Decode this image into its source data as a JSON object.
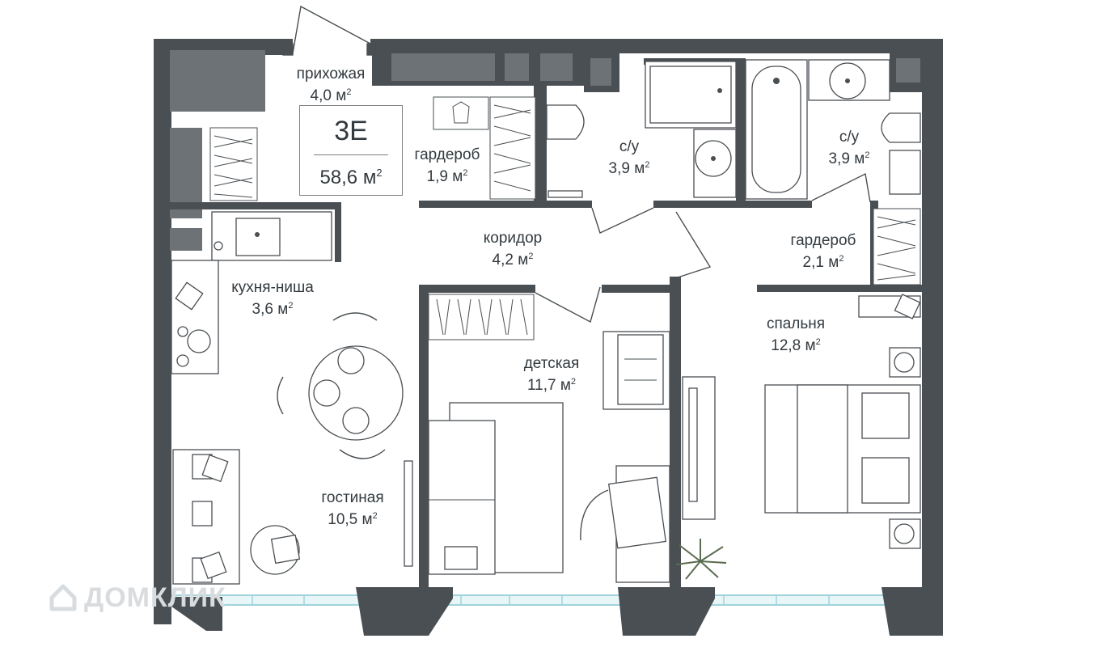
{
  "apartment": {
    "type": "3E",
    "total_area": "58,6 м",
    "area_sup": "2"
  },
  "rooms": [
    {
      "id": "hallway",
      "name": "прихожая",
      "area": "4,0 м"
    },
    {
      "id": "wardrobe1",
      "name": "гардероб",
      "area": "1,9 м"
    },
    {
      "id": "bathroom1",
      "name": "с/у",
      "area": "3,9 м"
    },
    {
      "id": "bathroom2",
      "name": "с/у",
      "area": "3,9 м"
    },
    {
      "id": "corridor",
      "name": "коридор",
      "area": "4,2 м"
    },
    {
      "id": "wardrobe2",
      "name": "гардероб",
      "area": "2,1 м"
    },
    {
      "id": "kitchen",
      "name": "кухня-ниша",
      "area": "3,6 м"
    },
    {
      "id": "bedroom",
      "name": "спальня",
      "area": "12,8 м"
    },
    {
      "id": "kids-room",
      "name": "детская",
      "area": "11,7 м"
    },
    {
      "id": "living-room",
      "name": "гостиная",
      "area": "10,5 м"
    }
  ],
  "area_unit_sup": "2",
  "watermark": {
    "text": "ДОМКЛИК"
  },
  "colors": {
    "wall": "#4a4f53",
    "glass": "#9fd3dc",
    "text": "#333a3f"
  }
}
